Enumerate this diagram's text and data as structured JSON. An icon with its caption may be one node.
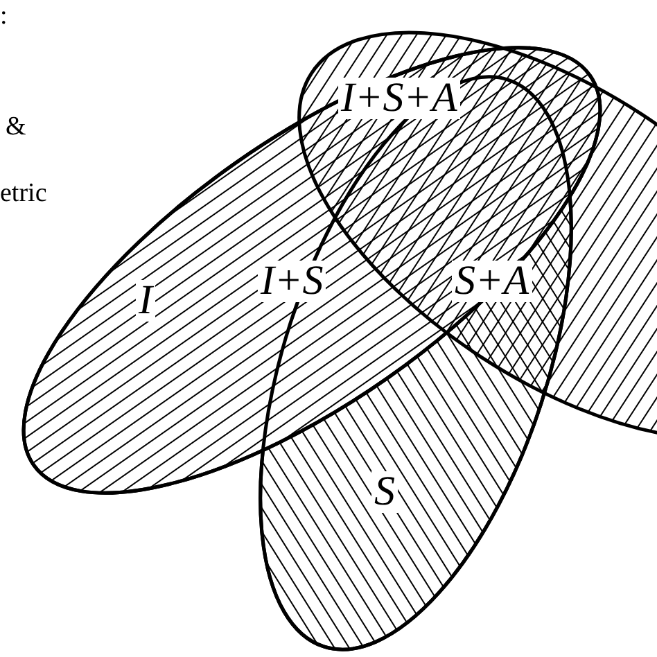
{
  "diagram": {
    "labels": [
      ":",
      "&",
      "etric",
      "I+S+A",
      "I",
      "I+S",
      "S+A",
      "S"
    ]
  }
}
